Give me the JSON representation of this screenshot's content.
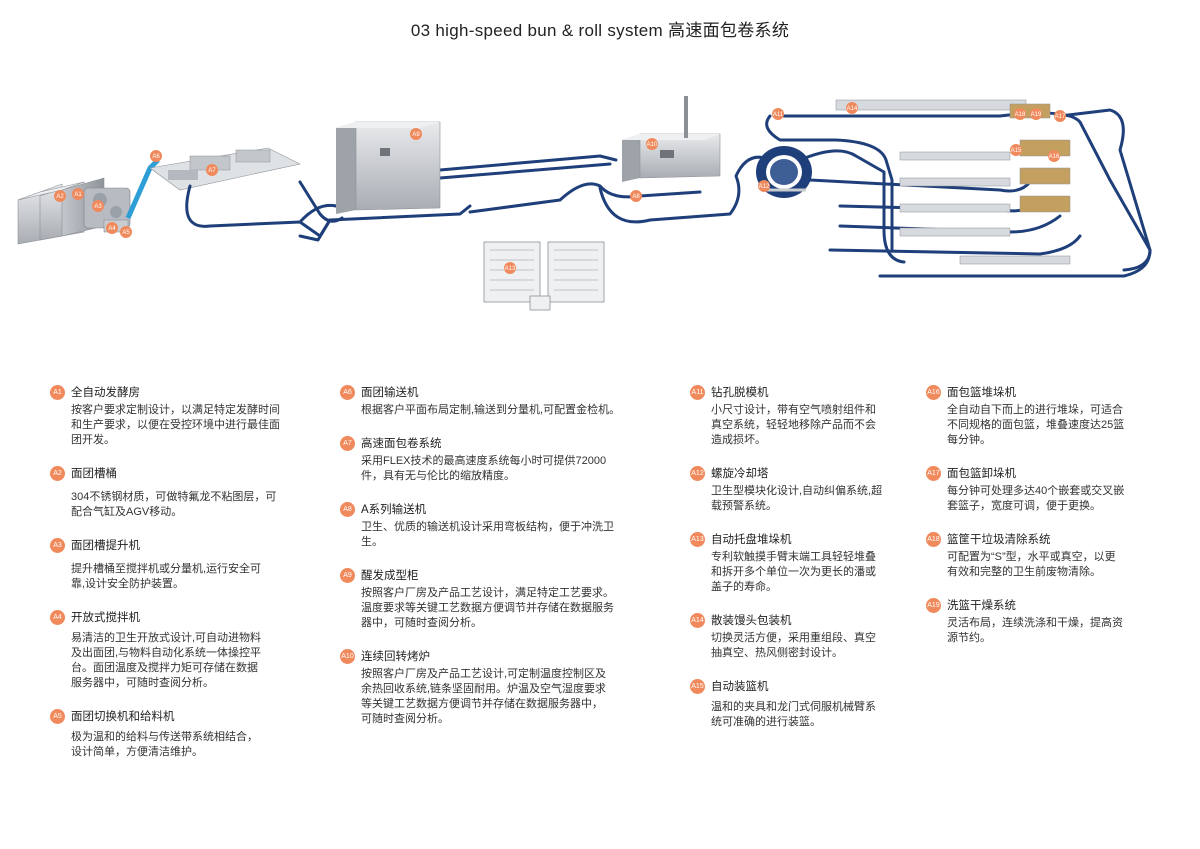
{
  "title": "03  high-speed bun & roll system  高速面包卷系统",
  "colors": {
    "accent": "#f08a5d",
    "conveyor": "#1f3f7a",
    "lift": "#2e9fd6",
    "machine": "#c9ccd1"
  },
  "labels": {
    "a1": "A1",
    "a2": "A2",
    "a3": "A3",
    "a4": "A4",
    "a5": "A5",
    "a6": "A6",
    "a7": "A7",
    "a8": "A8",
    "a9": "A9",
    "a10": "A10",
    "a11": "A11",
    "a12": "A12",
    "a13": "A13",
    "a14": "A14",
    "a15": "A15",
    "a16": "A16",
    "a17": "A17",
    "a18": "A18",
    "a19": "A19"
  },
  "items": [
    {
      "code": "A1",
      "title": "全自动发酵房",
      "desc": "按客户要求定制设计，以满足特定发酵时间\n和生产要求，以便在受控环境中进行最佳面\n团开发。"
    },
    {
      "code": "A2",
      "title": "面团槽桶",
      "desc": "304不锈钢材质，可做特氟龙不粘图层，可\n配合气缸及AGV移动。"
    },
    {
      "code": "A3",
      "title": "面团槽提升机",
      "desc": "提升槽桶至搅拌机或分量机,运行安全可\n靠,设计安全防护装置。"
    },
    {
      "code": "A4",
      "title": "开放式搅拌机",
      "desc": "易清洁的卫生开放式设计,可自动进物料\n及出面团,与物料自动化系统一体操控平\n台。面团温度及搅拌力矩可存储在数据\n服务器中，可随时查阅分析。"
    },
    {
      "code": "A5",
      "title": "面团切换机和给料机",
      "desc": "极为温和的给料与传送带系统相结合，\n设计简单，方便清洁维护。"
    },
    {
      "code": "A6",
      "title": "面团输送机",
      "desc": "根据客户平面布局定制,输送到分量机,可配置金检机。"
    },
    {
      "code": "A7",
      "title": "高速面包卷系统",
      "desc": "采用FLEX技术的最高速度系统每小时可提供72000\n件，具有无与伦比的缩放精度。"
    },
    {
      "code": "A8",
      "title": "A系列输送机",
      "desc": "卫生、优质的输送机设计采用弯板结构，便于冲洗卫\n生。"
    },
    {
      "code": "A9",
      "title": "醒发成型柜",
      "desc": "按照客户厂房及产品工艺设计，满足特定工艺要求。\n温度要求等关键工艺数据方便调节并存储在数据服务\n器中，可随时查阅分析。"
    },
    {
      "code": "A10",
      "title": "连续回转烤炉",
      "desc": "按照客户厂房及产品工艺设计,可定制温度控制区及\n余热回收系统,链条坚固耐用。炉温及空气湿度要求\n等关键工艺数据方便调节并存储在数据服务器中，\n可随时查阅分析。"
    },
    {
      "code": "A11",
      "title": "钻孔脱模机",
      "desc": "小尺寸设计，带有空气喷射组件和\n真空系统，轻轻地移除产品而不会\n造成损坏。"
    },
    {
      "code": "A12",
      "title": "螺旋冷却塔",
      "desc": "卫生型模块化设计,自动纠偏系统,超\n载预警系统。"
    },
    {
      "code": "A13",
      "title": "自动托盘堆垛机",
      "desc": "专利软触摸手臂末端工具轻轻堆叠\n和拆开多个单位一次为更长的潘或\n盖子的寿命。"
    },
    {
      "code": "A14",
      "title": "散装馒头包装机",
      "desc": "切换灵活方便，采用重组段、真空\n抽真空、热风侧密封设计。"
    },
    {
      "code": "A15",
      "title": "自动装篮机",
      "desc": "温和的夹具和龙门式伺服机械臂系\n统可准确的进行装篮。"
    },
    {
      "code": "A16",
      "title": "面包篮堆垛机",
      "desc": "全自动自下而上的进行堆垛，可适合\n不同规格的面包篮，堆叠速度达25篮\n每分钟。"
    },
    {
      "code": "A17",
      "title": "面包篮卸垛机",
      "desc": "每分钟可处理多达40个嵌套或交叉嵌\n套篮子，宽度可调，便于更换。"
    },
    {
      "code": "A18",
      "title": "篮筐干垃圾清除系统",
      "desc": "可配置为“S”型，水平或真空，以更\n有效和完整的卫生前废物清除。"
    },
    {
      "code": "A19",
      "title": "洗篮干燥系统",
      "desc": "灵活布局，连续洗涤和干燥，提高资\n源节约。"
    }
  ]
}
